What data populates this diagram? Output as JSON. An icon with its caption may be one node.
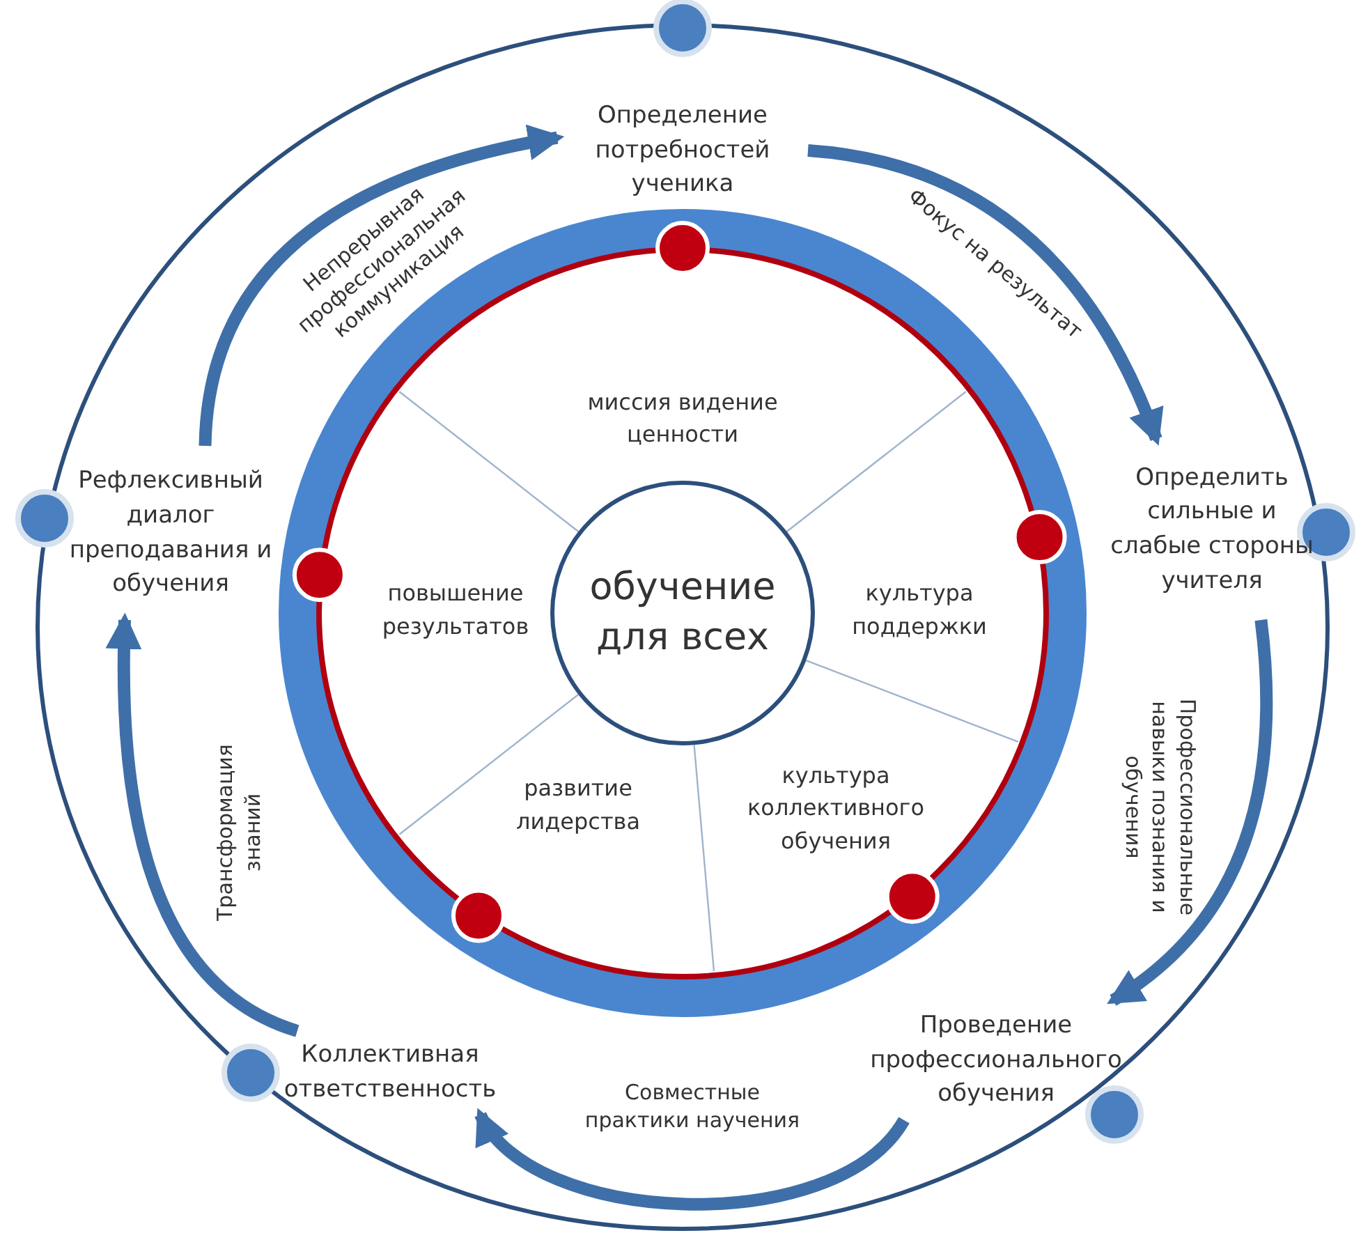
{
  "diagram": {
    "nodes": [
      {
        "text": [
          "Определение потребностей ученика"
        ]
      },
      {
        "text": [
          "Определить сильные и слабые стороны учителя"
        ]
      },
      {
        "text": [
          "Проведение профессионального обучения"
        ]
      },
      {
        "text": [
          "Коллективная ответственность"
        ]
      },
      {
        "text": [
          "Рефлексивный диалог преподавания и обучения"
        ]
      },
      {
        "text": [
          "обучение для всех"
        ]
      },
      {
        "text": [
          "миссия видение ценности"
        ]
      },
      {
        "text": [
          "культура поддержки"
        ]
      },
      {
        "text": [
          "культура коллективного обучения"
        ]
      },
      {
        "text": [
          "развитие лидерства"
        ]
      },
      {
        "text": [
          "повышение результатов"
        ]
      }
    ],
    "edges": [
      {
        "from": 0,
        "to": 1,
        "arrow": "to",
        "label": "Фокус на результат"
      },
      {
        "from": 1,
        "to": 2,
        "arrow": "to",
        "label": "Профессиональные навыки познания и обучения"
      },
      {
        "from": 2,
        "to": 3,
        "arrow": "to",
        "label": "Совместные практики научения"
      },
      {
        "from": 3,
        "to": 4,
        "arrow": "to",
        "label": "Трансформация знаний"
      },
      {
        "from": 4,
        "to": 0,
        "arrow": "to",
        "label": "Непрерывная профессиональная коммуникация"
      }
    ]
  }
}
